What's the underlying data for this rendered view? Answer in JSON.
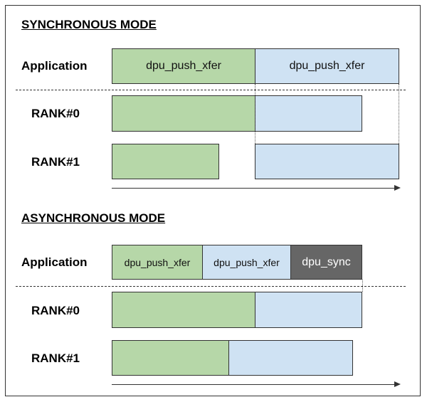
{
  "sync": {
    "title": "SYNCHRONOUS MODE",
    "rows": {
      "application": "Application",
      "rank0": "RANK#0",
      "rank1": "RANK#1"
    },
    "app_blocks": [
      "dpu_push_xfer",
      "dpu_push_xfer"
    ]
  },
  "async": {
    "title": "ASYNCHRONOUS MODE",
    "rows": {
      "application": "Application",
      "rank0": "RANK#0",
      "rank1": "RANK#1"
    },
    "app_blocks": [
      "dpu_push_xfer",
      "dpu_push_xfer",
      "dpu_sync"
    ]
  },
  "colors": {
    "transfer_1": "#b6d7a8",
    "transfer_2": "#cfe2f3",
    "sync": "#666666"
  }
}
